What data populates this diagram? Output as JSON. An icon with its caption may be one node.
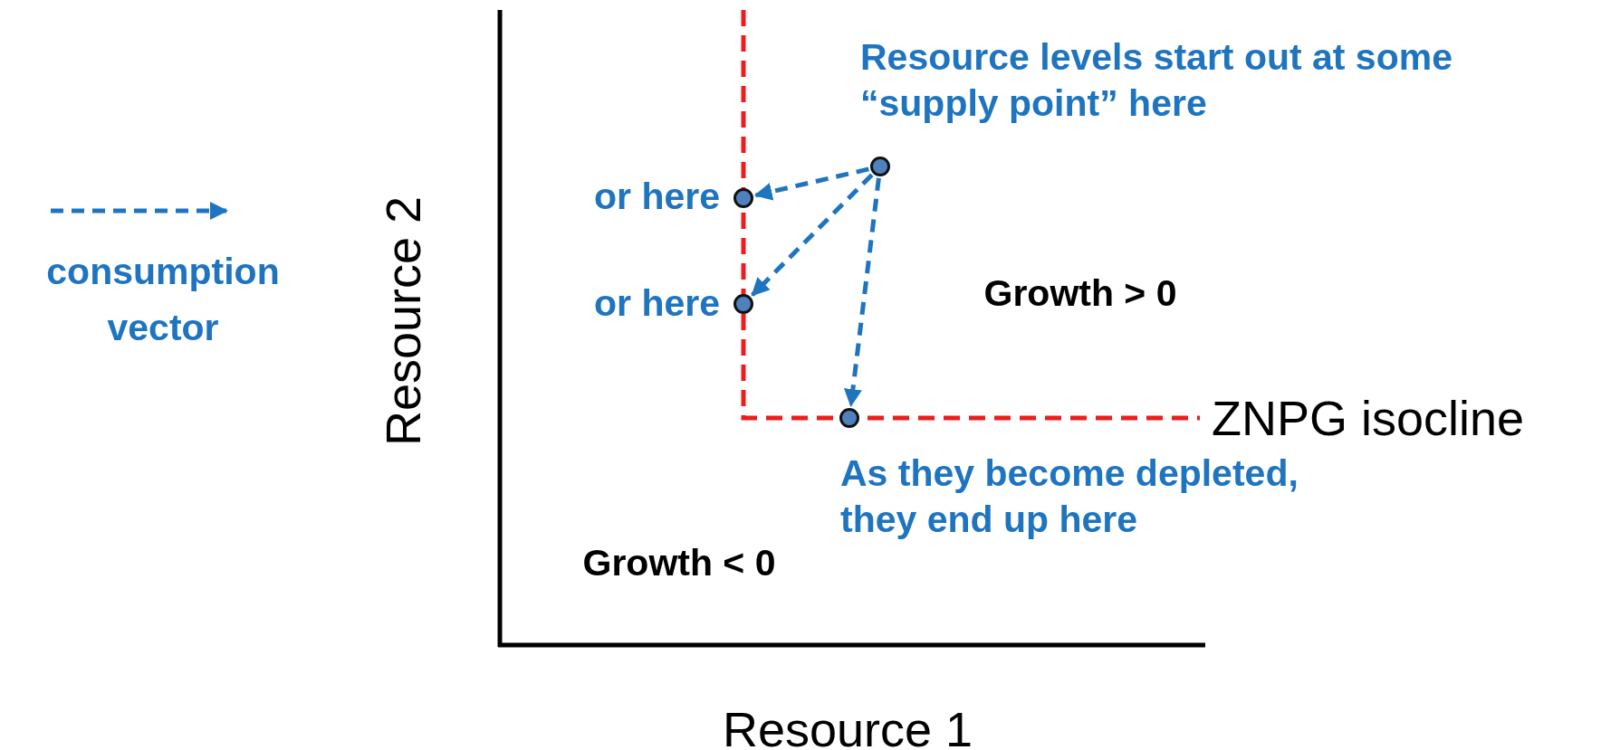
{
  "diagram": {
    "nodes": [
      {
        "text": [],
        "shape": "circle",
        "beside": [
          "Resource levels start out at some “supply point” here"
        ]
      },
      {
        "text": [],
        "shape": "circle",
        "beside": [
          "or here"
        ]
      },
      {
        "text": [],
        "shape": "circle",
        "beside": [
          "or here"
        ]
      },
      {
        "text": [],
        "shape": "circle",
        "beside": [
          "As they become depleted, they end up here"
        ]
      }
    ],
    "edges": [
      {
        "from": 0,
        "to": 1,
        "arrow": "to",
        "style": "dashed"
      },
      {
        "from": 0,
        "to": 2,
        "arrow": "to",
        "style": "dashed"
      },
      {
        "from": 0,
        "to": 3,
        "arrow": "to",
        "style": "dashed"
      }
    ],
    "labels": [
      "Resource 2",
      "Resource 1",
      "Growth > 0",
      "Growth < 0",
      "ZNPG isocline"
    ],
    "legend": [
      {
        "text": "consumption vector"
      }
    ]
  }
}
